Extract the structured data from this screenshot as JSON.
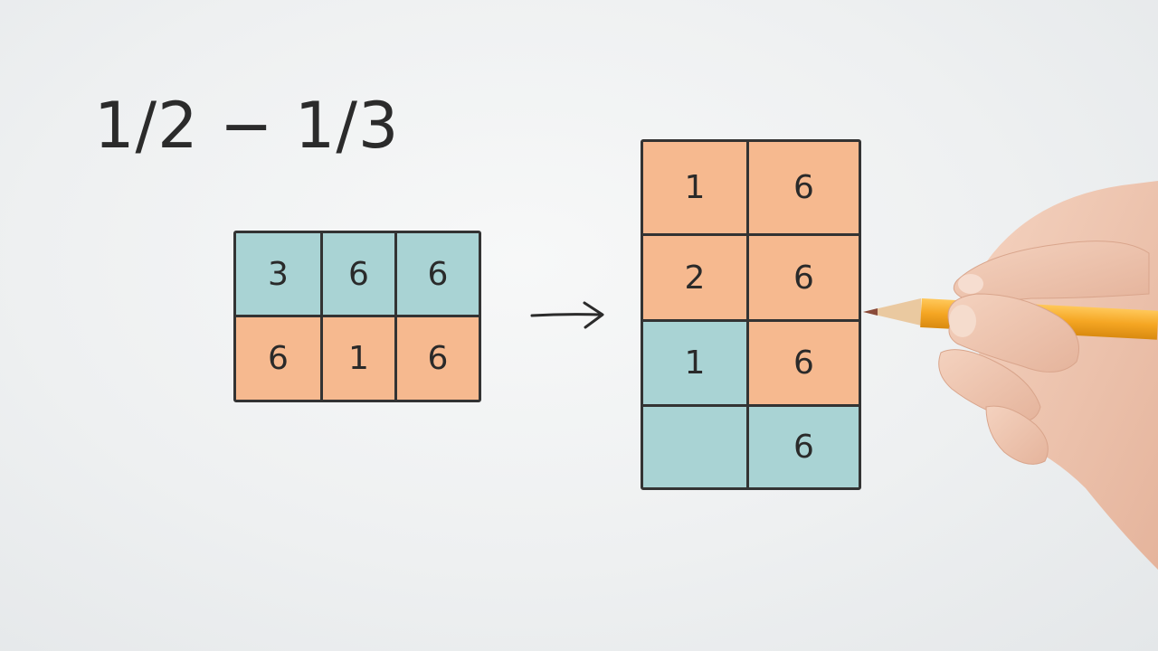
{
  "expression": "1/2 − 1/3",
  "colors": {
    "blue": "#a9d3d4",
    "orange": "#f6b98f",
    "ink": "#333333"
  },
  "left_grid": {
    "rows": [
      [
        {
          "value": "3",
          "color": "blue"
        },
        {
          "value": "6",
          "color": "blue"
        },
        {
          "value": "6",
          "color": "blue"
        }
      ],
      [
        {
          "value": "6",
          "color": "orange"
        },
        {
          "value": "1",
          "color": "orange"
        },
        {
          "value": "6",
          "color": "orange"
        }
      ]
    ]
  },
  "right_grid": {
    "rows": [
      [
        {
          "value": "1",
          "color": "orange"
        },
        {
          "value": "6",
          "color": "orange"
        }
      ],
      [
        {
          "value": "2",
          "color": "orange"
        },
        {
          "value": "6",
          "color": "orange"
        }
      ],
      [
        {
          "value": "1",
          "color": "blue"
        },
        {
          "value": "6",
          "color": "orange"
        }
      ],
      [
        {
          "value": "",
          "color": "blue"
        },
        {
          "value": "6",
          "color": "blue"
        }
      ]
    ]
  },
  "icons": {
    "arrow": "right-arrow-icon",
    "hand": "hand-with-pencil"
  }
}
